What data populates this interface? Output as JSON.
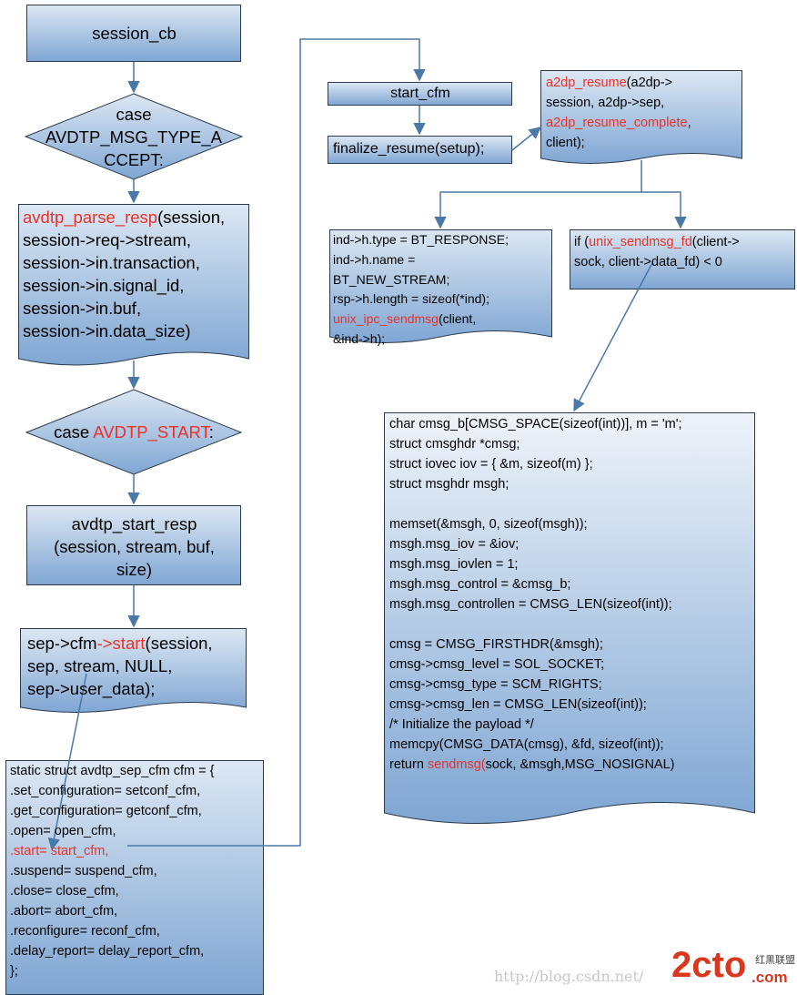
{
  "nodes": {
    "session_cb": "session_cb",
    "case_accept": [
      "case",
      "AVDTP_MSG_TYPE_A",
      "CCEPT:"
    ],
    "parse_resp": {
      "fn": "avdtp_parse_resp",
      "first_rest": "(session,",
      "lines": [
        "session->req->stream,",
        "session->in.transaction,",
        "session->in.signal_id,",
        "session->in.buf,",
        "session->in.data_size)"
      ]
    },
    "case_start": {
      "prefix": "case ",
      "name": "AVDTP_START",
      "suffix": ":"
    },
    "start_resp": [
      "avdtp_start_resp",
      "(session, stream, buf,",
      "size)"
    ],
    "cfm_start": {
      "prefix": "sep->cfm",
      "fn": "->start",
      "first_rest": "(session,",
      "lines": [
        "sep, stream, NULL,",
        "sep->user_data);"
      ]
    },
    "cfm_struct": {
      "lines_before": [
        "static struct avdtp_sep_cfm cfm = {",
        ".set_configuration= setconf_cfm,",
        ".get_configuration= getconf_cfm,",
        ".open= open_cfm,"
      ],
      "highlight": ".start= start_cfm,",
      "lines_after": [
        ".suspend= suspend_cfm,",
        ".close= close_cfm,",
        ".abort= abort_cfm,",
        ".reconfigure= reconf_cfm,",
        ".delay_report= delay_report_cfm,",
        "};"
      ]
    },
    "start_cfm": "start_cfm",
    "finalize": "finalize_resume(setup);",
    "a2dp_resume": {
      "fn1": "a2dp_resume",
      "rest1": "(a2dp->",
      "line2": "session, a2dp->sep,",
      "fn3": "a2dp_resume_complete",
      "rest3": ",",
      "line4": "client);"
    },
    "ind_block": {
      "lines": [
        "ind->h.type = BT_RESPONSE;",
        "ind->h.name =",
        "BT_NEW_STREAM;",
        "rsp->h.length = sizeof(*ind);"
      ],
      "fn": "unix_ipc_sendmsg",
      "fn_rest": "(client,",
      "last": "&ind->h);"
    },
    "if_block": {
      "prefix": "if (",
      "fn": "unix_sendmsg_fd",
      "rest": "(client->",
      "line2": "sock, client->data_fd) < 0"
    },
    "sendmsg_block": {
      "lines": [
        "char cmsg_b[CMSG_SPACE(sizeof(int))], m = 'm';",
        "struct cmsghdr *cmsg;",
        "struct iovec iov = { &m, sizeof(m) };",
        "struct msghdr msgh;",
        "",
        "memset(&msgh, 0, sizeof(msgh));",
        "msgh.msg_iov = &iov;",
        "msgh.msg_iovlen = 1;",
        "msgh.msg_control = &cmsg_b;",
        "msgh.msg_controllen = CMSG_LEN(sizeof(int));",
        "",
        "cmsg = CMSG_FIRSTHDR(&msgh);",
        "cmsg->cmsg_level = SOL_SOCKET;",
        "cmsg->cmsg_type = SCM_RIGHTS;",
        "cmsg->cmsg_len = CMSG_LEN(sizeof(int));",
        "/* Initialize the payload */",
        "memcpy(CMSG_DATA(cmsg), &fd, sizeof(int));"
      ],
      "ret_prefix": "return ",
      "ret_fn": "sendmsg(",
      "ret_rest": "sock, &msgh,MSG_NOSIGNAL)"
    }
  },
  "watermark": {
    "url": "http://blog.csdn.net/",
    "logo": "2cto",
    "logo_com": ".com",
    "logo_cn": "红黑联盟"
  },
  "colors": {
    "highlight": "#e8312a",
    "box_top": "#dce7f3",
    "box_bottom": "#7fa6d3",
    "border": "#2b3a4b",
    "arrow": "#4a78a8"
  }
}
